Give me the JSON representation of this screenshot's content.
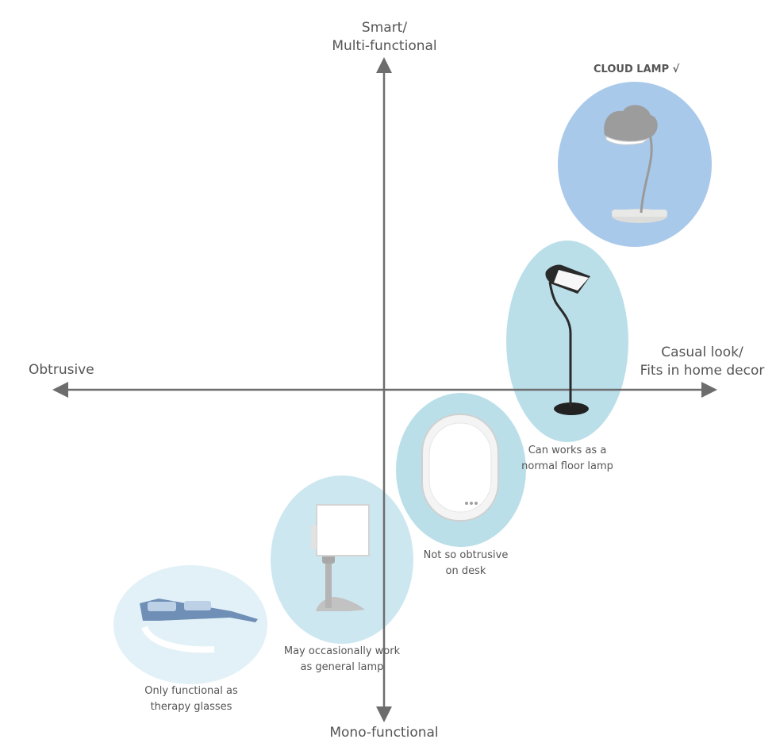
{
  "axes": {
    "top": [
      "Smart/",
      "Multi-functional"
    ],
    "bottom": "Mono-functional",
    "left": "Obtrusive",
    "right": [
      "Casual look/",
      "Fits in home decor"
    ]
  },
  "products": [
    {
      "id": "cloud-lamp",
      "title": "CLOUD LAMP √",
      "caption": [],
      "color": "#a9c9ea"
    },
    {
      "id": "floor-lamp",
      "title": "",
      "caption": [
        "Can works as a",
        "normal floor lamp"
      ],
      "color": "#badfe9"
    },
    {
      "id": "desk-lamp",
      "title": "",
      "caption": [
        "Not so obtrusive",
        "on desk"
      ],
      "color": "#badfe9"
    },
    {
      "id": "panel-lamp",
      "title": "",
      "caption": [
        "May occasionally work",
        "as general lamp"
      ],
      "color": "#cde7f0"
    },
    {
      "id": "therapy-glasses",
      "title": "",
      "caption": [
        "Only functional as",
        "therapy glasses"
      ],
      "color": "#e2f1f7"
    }
  ],
  "colors": {
    "axis": "#6d6d6d",
    "text": "#555555"
  }
}
